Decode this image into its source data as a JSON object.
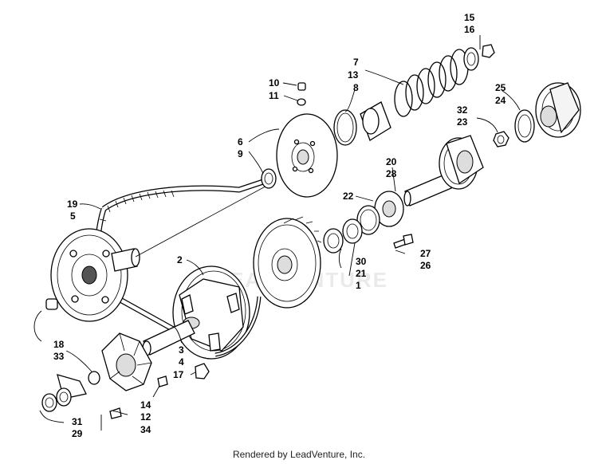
{
  "footer": {
    "credit": "Rendered by LeadVenture, Inc."
  },
  "watermark": {
    "text": "LEADVENTURE"
  },
  "labels": {
    "c15": "15",
    "c16": "16",
    "c7": "7",
    "c13": "13",
    "c8": "8",
    "c10": "10",
    "c11": "11",
    "c25": "25",
    "c24": "24",
    "c32": "32",
    "c23": "23",
    "c6": "6",
    "c9": "9",
    "c20": "20",
    "c28": "28",
    "c22": "22",
    "c19": "19",
    "c5": "5",
    "c27": "27",
    "c26": "26",
    "c2": "2",
    "c30": "30",
    "c21": "21",
    "c1": "1",
    "c3": "3",
    "c4": "4",
    "c18": "18",
    "c33": "33",
    "c17": "17",
    "c14": "14",
    "c12": "12",
    "c34": "34",
    "c31": "31",
    "c29": "29"
  }
}
